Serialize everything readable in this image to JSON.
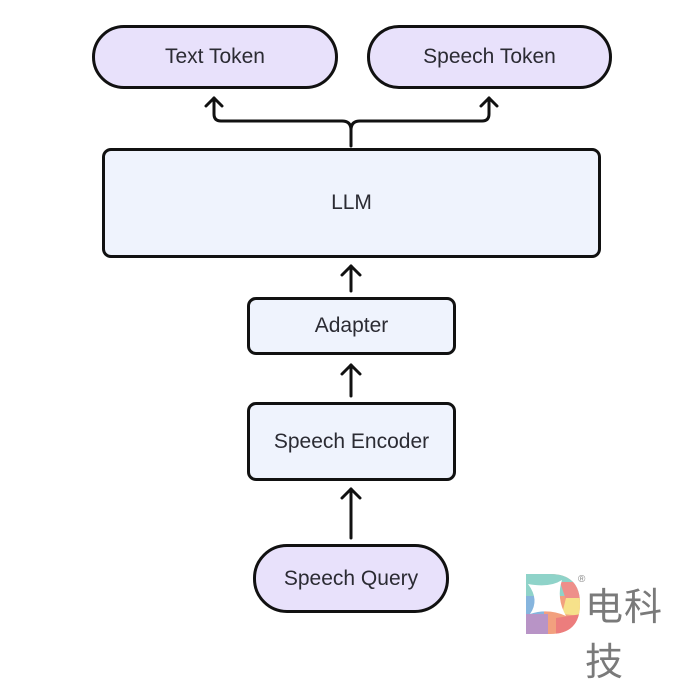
{
  "diagram": {
    "nodes": [
      {
        "id": "text_token",
        "label": "Text Token",
        "shape": "pill"
      },
      {
        "id": "speech_token",
        "label": "Speech Token",
        "shape": "pill"
      },
      {
        "id": "llm",
        "label": "LLM",
        "shape": "rect"
      },
      {
        "id": "adapter",
        "label": "Adapter",
        "shape": "rect"
      },
      {
        "id": "speech_encoder",
        "label": "Speech Encoder",
        "shape": "rect"
      },
      {
        "id": "speech_query",
        "label": "Speech Query",
        "shape": "pill"
      }
    ],
    "edges": [
      {
        "from": "speech_query",
        "to": "speech_encoder"
      },
      {
        "from": "speech_encoder",
        "to": "adapter"
      },
      {
        "from": "adapter",
        "to": "llm"
      },
      {
        "from": "llm",
        "to": "text_token"
      },
      {
        "from": "llm",
        "to": "speech_token"
      }
    ],
    "colors": {
      "pill_fill": "#e8e1fb",
      "rect_fill": "#eff3fd",
      "stroke": "#111111",
      "text": "#2b2b33"
    }
  },
  "watermark": {
    "text": "电科技",
    "registered_mark": "®"
  }
}
